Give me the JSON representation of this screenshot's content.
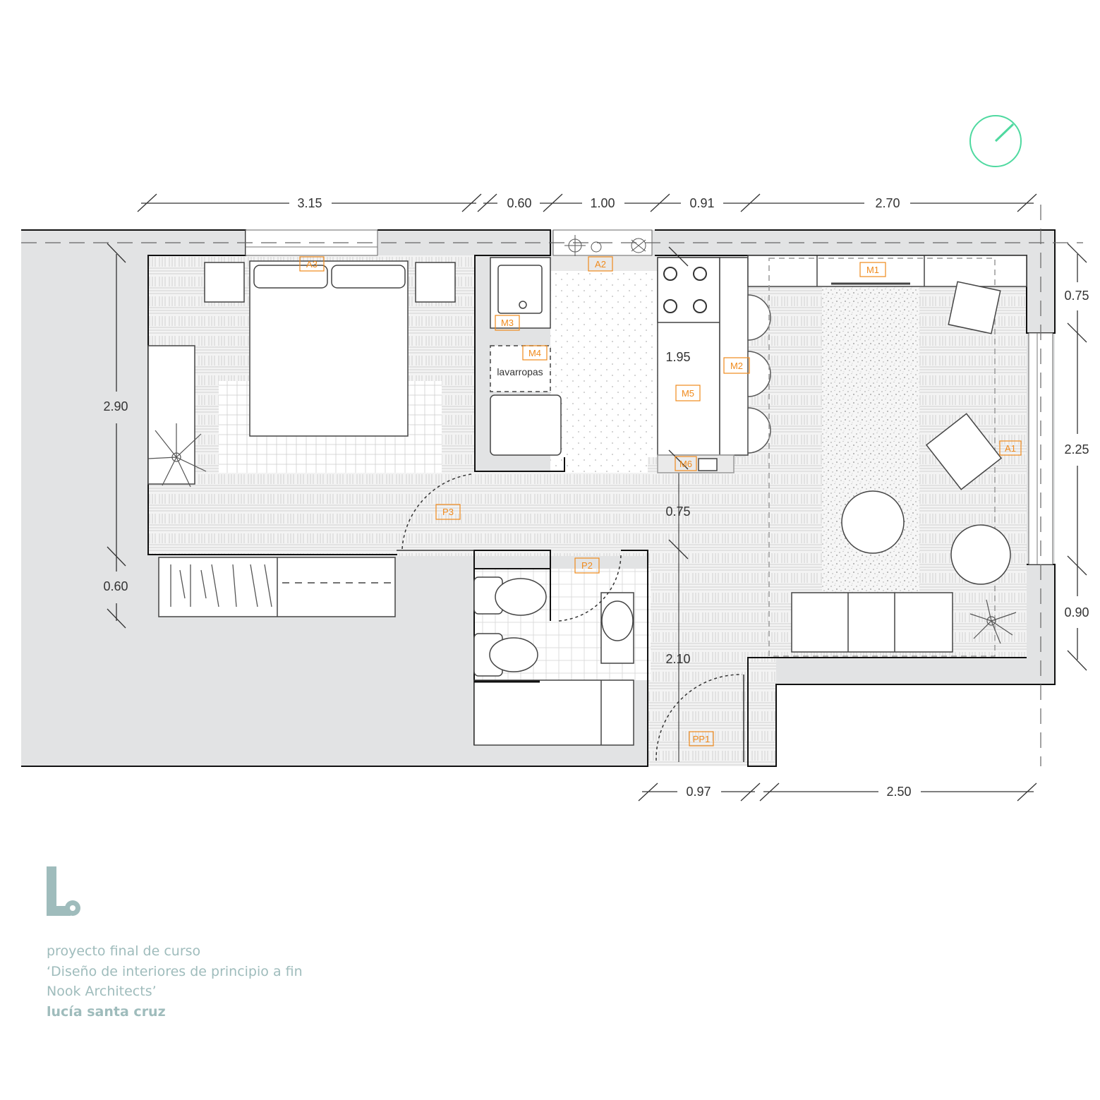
{
  "colors": {
    "wall": "#111111",
    "outside": "#e2e3e4",
    "floor": "#f2f2f2",
    "tag": "#f08a1c",
    "compass": "#4fd9a0",
    "credits": "#9fbcbc"
  },
  "dimensions": {
    "top": [
      "3.15",
      "0.60",
      "1.00",
      "0.91",
      "2.70"
    ],
    "bottom": [
      "0.97",
      "2.50"
    ],
    "left": [
      "2.90",
      "0.60"
    ],
    "right": [
      "0.75",
      "2.25",
      "0.90"
    ],
    "interior": [
      "1.95",
      "0.75",
      "2.10"
    ]
  },
  "tags": {
    "a1": "A1",
    "a2": "A2",
    "a3": "A3",
    "m1": "M1",
    "m2": "M2",
    "m3": "M3",
    "m4": "M4",
    "m5": "M5",
    "m6": "M6",
    "p2": "P2",
    "p3": "P3",
    "pp1": "PP1"
  },
  "labels": {
    "washer": "lavarropas"
  },
  "icons": {
    "compass": "north-arrow-icon",
    "logo": "l-logo-icon",
    "plant": "plant-icon"
  },
  "credits": {
    "line1": "proyecto final de curso",
    "line2": "‘Diseño de interiores de principio a fin",
    "line3": "Nook Architects’",
    "author": "lucía santa cruz"
  }
}
